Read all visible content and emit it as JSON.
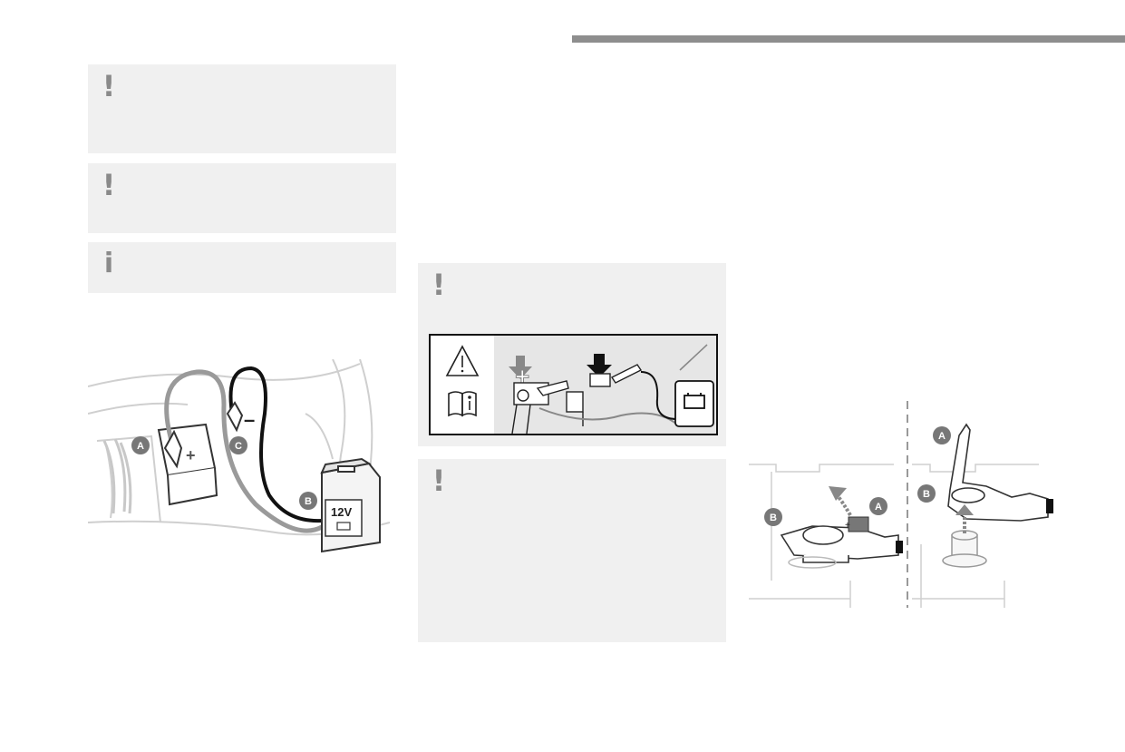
{
  "header": {
    "accent_color": "#8e8e8e"
  },
  "notes": {
    "warning_1": {
      "icon": "exclamation-icon",
      "glyph": "!"
    },
    "warning_2": {
      "icon": "exclamation-icon",
      "glyph": "!"
    },
    "info_1": {
      "icon": "info-icon",
      "glyph": "i"
    },
    "warning_3": {
      "icon": "exclamation-icon",
      "glyph": "!"
    },
    "warning_4": {
      "icon": "exclamation-icon",
      "glyph": "!"
    }
  },
  "figure_booster": {
    "callouts": {
      "a": "A",
      "b": "B",
      "c": "C"
    },
    "charger_label": "12V",
    "plus_sign": "+",
    "minus_sign": "–"
  },
  "figure_terminal": {
    "callouts_left": {
      "a": "A",
      "b": "B"
    },
    "callouts_right": {
      "a": "A",
      "b": "B"
    }
  },
  "warning_label_panel": {
    "plus_sign": "+",
    "minus_sign": "–"
  }
}
